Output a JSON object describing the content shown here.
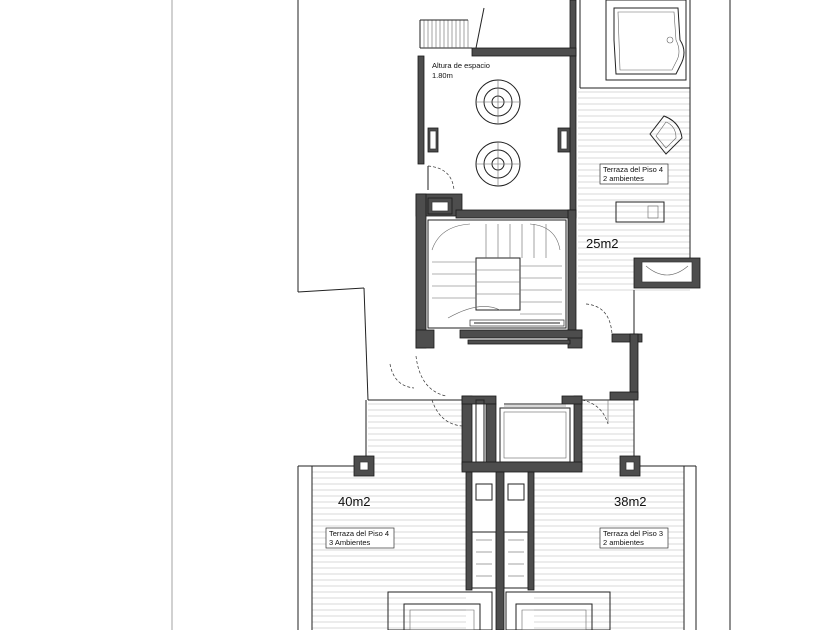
{
  "labels": {
    "space_height_title": "Altura de espacio",
    "space_height_value": "1.80m",
    "terrace_right_top_title": "Terraza del Piso 4",
    "terrace_right_top_rooms": "2 ambientes",
    "terrace_right_top_area": "25m2",
    "terrace_left_title": "Terraza del Piso 4",
    "terrace_left_rooms": "3 Ambientes",
    "terrace_left_area": "40m2",
    "terrace_right_bottom_title": "Terraza del Piso 3",
    "terrace_right_bottom_rooms": "2 ambientes",
    "terrace_right_bottom_area": "38m2"
  },
  "colors": {
    "wall_fill": "#4d4d4d",
    "line": "#1a1a1a",
    "deck_lines": "#b3b3b3",
    "background": "#ffffff"
  }
}
